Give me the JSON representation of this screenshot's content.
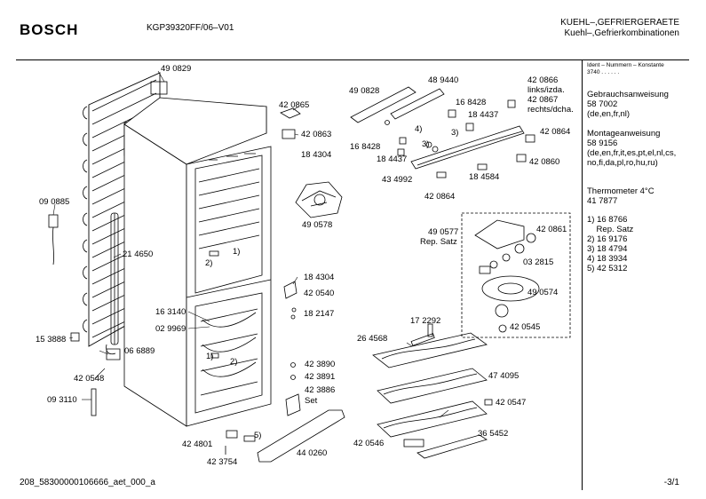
{
  "header": {
    "brand": "BOSCH",
    "model": "KGP39320FF/06–V01",
    "title_line1": "KUEHL–,GEFRIERGERAETE",
    "title_line2": "Kuehl–,Gefrierkombinationen"
  },
  "side_panel": {
    "ident_label": "Ident – Nummern – Konstante",
    "ident_value": "3740  .  .  .  .  .  .",
    "gebrauch_title": "Gebrauchsanweisung",
    "gebrauch_number": "58 7002",
    "gebrauch_langs": "(de,en,fr,nl)",
    "montage_title": "Montageanweisung",
    "montage_number": "58 9156",
    "montage_langs_1": "(de,en,fr,it,es,pt,el,nl,cs,",
    "montage_langs_2": "no,fi,da,pl,ro,hu,ru)",
    "thermo_title": "Thermometer 4°C",
    "thermo_number": "41 7877",
    "notes": [
      "1) 16 8766",
      "    Rep. Satz",
      "2) 16 9176",
      "3) 18 4794",
      "4) 18 3934",
      "5) 42 5312"
    ]
  },
  "labels": [
    {
      "id": "l490829",
      "text": "49 0829"
    },
    {
      "id": "l420865",
      "text": "42 0865"
    },
    {
      "id": "l420863",
      "text": "42 0863"
    },
    {
      "id": "l184304a",
      "text": "18 4304"
    },
    {
      "id": "l090885",
      "text": "09 0885"
    },
    {
      "id": "l214650",
      "text": "21 4650"
    },
    {
      "id": "l490578",
      "text": "49 0578"
    },
    {
      "id": "l184304b",
      "text": "18 4304"
    },
    {
      "id": "l420540",
      "text": "42 0540"
    },
    {
      "id": "l182147",
      "text": "18 2147"
    },
    {
      "id": "l163140",
      "text": "16 3140"
    },
    {
      "id": "l029969",
      "text": "02 9969"
    },
    {
      "id": "l153888",
      "text": "15 3888"
    },
    {
      "id": "l066889",
      "text": "06 6889"
    },
    {
      "id": "l420548",
      "text": "42 0548"
    },
    {
      "id": "l093110",
      "text": "09 3110"
    },
    {
      "id": "l423890",
      "text": "42 3890"
    },
    {
      "id": "l423891",
      "text": "42 3891"
    },
    {
      "id": "l423886",
      "text": "42 3886"
    },
    {
      "id": "lset",
      "text": "Set"
    },
    {
      "id": "l424801",
      "text": "42 4801"
    },
    {
      "id": "l423754",
      "text": "42 3754"
    },
    {
      "id": "l440260",
      "text": "44 0260"
    },
    {
      "id": "l490828",
      "text": "49 0828"
    },
    {
      "id": "l489440",
      "text": "48 9440"
    },
    {
      "id": "l168428a",
      "text": "16 8428"
    },
    {
      "id": "l184437a",
      "text": "18 4437"
    },
    {
      "id": "l168428b",
      "text": "16 8428"
    },
    {
      "id": "l184437b",
      "text": "18 4437"
    },
    {
      "id": "l420866",
      "text": "42 0866"
    },
    {
      "id": "llinks",
      "text": "links/izda."
    },
    {
      "id": "l420867",
      "text": "42 0867"
    },
    {
      "id": "lrechts",
      "text": "rechts/dcha."
    },
    {
      "id": "l420864a",
      "text": "42 0864"
    },
    {
      "id": "l420860",
      "text": "42 0860"
    },
    {
      "id": "l434992",
      "text": "43 4992"
    },
    {
      "id": "l184584",
      "text": "18 4584"
    },
    {
      "id": "l420864b",
      "text": "42 0864"
    },
    {
      "id": "l490577",
      "text": "49 0577"
    },
    {
      "id": "lrepsatz",
      "text": "Rep. Satz"
    },
    {
      "id": "l420861",
      "text": "42 0861"
    },
    {
      "id": "l032815",
      "text": "03 2815"
    },
    {
      "id": "l490574",
      "text": "49 0574"
    },
    {
      "id": "l420545",
      "text": "42 0545"
    },
    {
      "id": "l172292",
      "text": "17 2292"
    },
    {
      "id": "l264568",
      "text": "26 4568"
    },
    {
      "id": "l474095",
      "text": "47 4095"
    },
    {
      "id": "l420547",
      "text": "42 0547"
    },
    {
      "id": "l365452",
      "text": "36 5452"
    },
    {
      "id": "l420546",
      "text": "42 0546"
    },
    {
      "id": "c1a",
      "text": "1)"
    },
    {
      "id": "c2a",
      "text": "2)"
    },
    {
      "id": "c1b",
      "text": "1)"
    },
    {
      "id": "c2b",
      "text": "2)"
    },
    {
      "id": "c3",
      "text": "3)"
    },
    {
      "id": "c4",
      "text": "4)"
    },
    {
      "id": "c3b",
      "text": "3)"
    },
    {
      "id": "c5",
      "text": "5)"
    }
  ],
  "footer": {
    "doc_id": "208_58300000106666_aet_000_a",
    "page": "-3/1"
  }
}
